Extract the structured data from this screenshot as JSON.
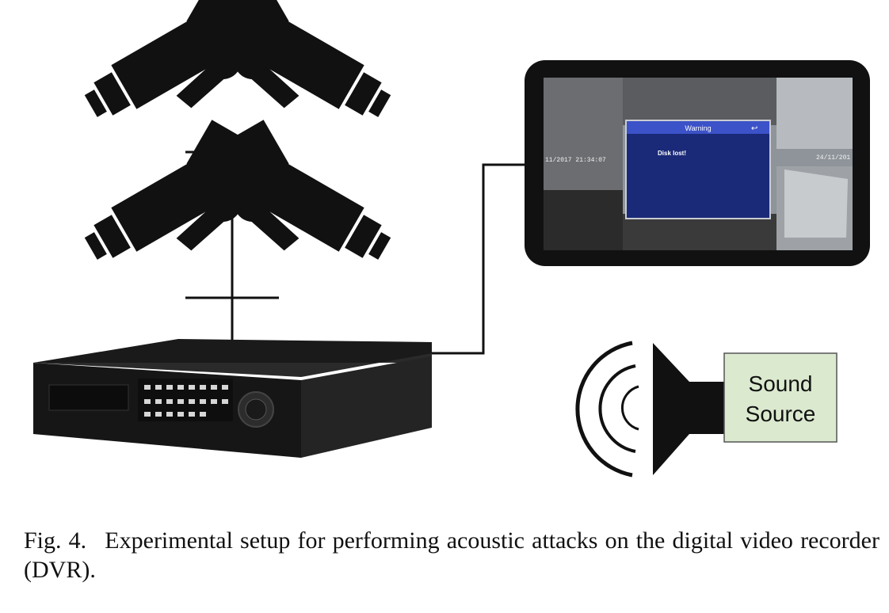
{
  "figure": {
    "sound_source": {
      "line1": "Sound",
      "line2": "Source"
    },
    "monitor": {
      "dialog_title": "Warning",
      "dialog_message": "Disk lost!",
      "timestamp_left": "11/2017 21:34:07",
      "timestamp_right": "24/11/201"
    },
    "icons": [
      "security-camera-icon",
      "dvr-device-icon",
      "monitor-icon",
      "speaker-icon",
      "sound-wave-icon"
    ],
    "colors": {
      "ink": "#111111",
      "sound_box_fill": "#dbe9cf",
      "dialog_fill": "#1a2a78",
      "dialog_header": "#3b52c8"
    }
  },
  "caption": {
    "label": "Fig. 4.",
    "text": "Experimental setup for performing acoustic attacks on the digital video recorder (DVR)."
  }
}
